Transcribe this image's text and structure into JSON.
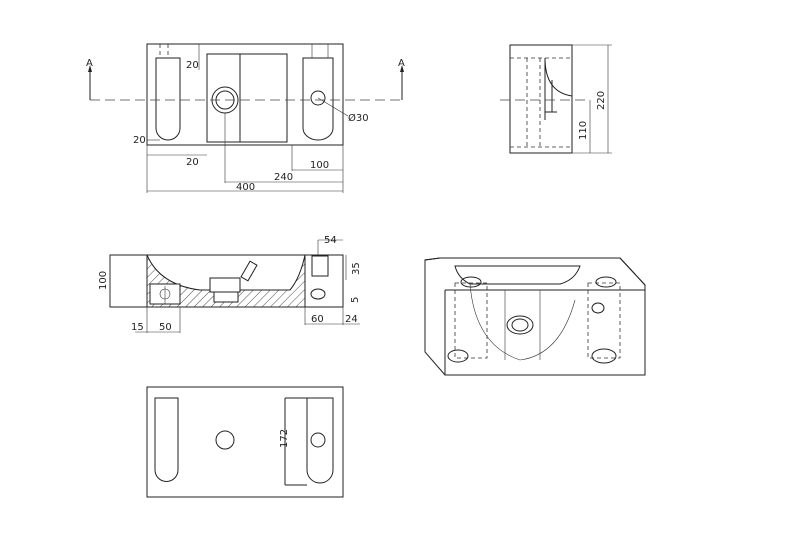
{
  "top_view": {
    "section_marks": [
      "A",
      "A"
    ],
    "dims": {
      "d20_top": "20",
      "d20_left": "20",
      "d20_bottom": "20",
      "d100": "100",
      "d240": "240",
      "d400": "400",
      "d30": "Ø30"
    }
  },
  "side_view": {
    "dims": {
      "d220": "220",
      "d110": "110"
    }
  },
  "section_view": {
    "dims": {
      "d54": "54",
      "d35": "35",
      "d100": "100",
      "d15": "15",
      "d50": "50",
      "d60": "60",
      "d24": "24",
      "d5": "5"
    }
  },
  "bottom_view": {
    "dims": {
      "d172": "172"
    }
  },
  "colors": {
    "line": "#222222",
    "background": "#ffffff"
  }
}
